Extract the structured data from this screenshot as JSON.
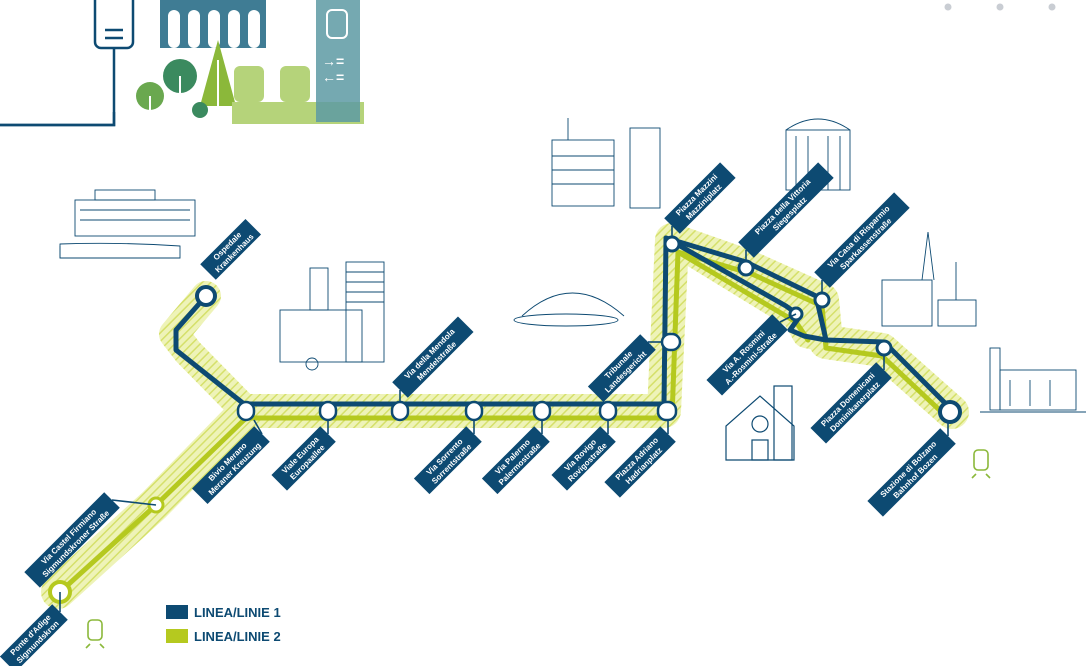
{
  "colors": {
    "line1": "#0d4a72",
    "line2": "#b5c91f",
    "halo": "#e6ec9c",
    "building": "#0d4a72",
    "accent_green": "#8bb83a"
  },
  "legend": [
    {
      "label": "LINEA/LINIE 1",
      "color": "#0d4a72"
    },
    {
      "label": "LINEA/LINIE 2",
      "color": "#b5c91f"
    }
  ],
  "stops": [
    {
      "l1": "Ospedale",
      "l2": "Krankenhaus"
    },
    {
      "l1": "Via Castel Firmiano",
      "l2": "Sigmundskroner Straße"
    },
    {
      "l1": "Ponte d'Adige",
      "l2": "Sigmundskron"
    },
    {
      "l1": "Bivio Merano",
      "l2": "Meraner Kreuzung"
    },
    {
      "l1": "Viale Europa",
      "l2": "Europaallee"
    },
    {
      "l1": "Via della Mendola",
      "l2": "Mendelstraße"
    },
    {
      "l1": "Via Sorrento",
      "l2": "Sorrentstraße"
    },
    {
      "l1": "Via Palermo",
      "l2": "Palermostraße"
    },
    {
      "l1": "Via Rovigo",
      "l2": "Rovigostraße"
    },
    {
      "l1": "Piazza Adriano",
      "l2": "Hadrianplatz"
    },
    {
      "l1": "Tribunale",
      "l2": "Landesgericht"
    },
    {
      "l1": "Piazza Mazzini",
      "l2": "Mazziniplatz"
    },
    {
      "l1": "Piazza della Vittoria",
      "l2": "Siegesplatz"
    },
    {
      "l1": "Via Casa di Risparmio",
      "l2": "Sparkassenstraße"
    },
    {
      "l1": "Via A. Rosmini",
      "l2": "A.-Rosmini-Straße"
    },
    {
      "l1": "Piazza Domenicani",
      "l2": "Dominikanerplatz"
    },
    {
      "l1": "Stazione di Bolzano",
      "l2": "Bahnhof Bozen"
    }
  ]
}
